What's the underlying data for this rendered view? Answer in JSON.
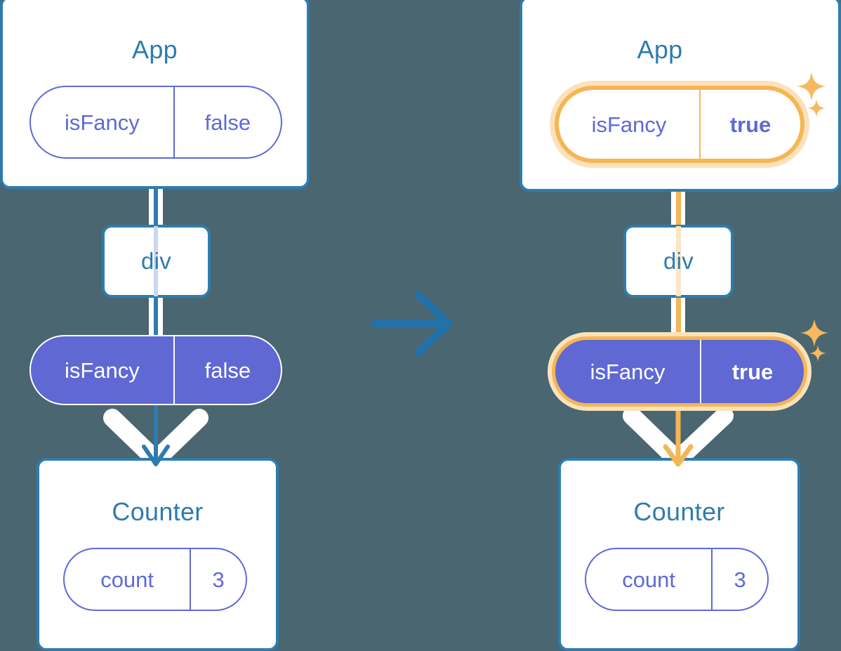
{
  "diagram": {
    "title_left": "App",
    "title_right": "App",
    "colors": {
      "background": "#4a6670",
      "box_border": "#2e7cae",
      "box_fill": "#ffffff",
      "pill_purple": "#6068d4",
      "pill_outline": "#5f6ad6",
      "highlight": "#f5b656",
      "highlight_glow": "#fbe2bb",
      "connector_blue": "#2e7cae",
      "connector_pale": "#ccd8ee",
      "connector_pale_amber": "#fbe6c5",
      "arrow_white": "#ffffff"
    },
    "transition_arrow": "arrow-right-icon"
  },
  "left": {
    "app": {
      "title": "App",
      "state": {
        "name": "isFancy",
        "value": "false"
      }
    },
    "div": {
      "label": "div"
    },
    "prop": {
      "name": "isFancy",
      "value": "false"
    },
    "counter": {
      "title": "Counter",
      "state": {
        "name": "count",
        "value": "3"
      }
    }
  },
  "right": {
    "app": {
      "title": "App",
      "state": {
        "name": "isFancy",
        "value": "true"
      }
    },
    "div": {
      "label": "div"
    },
    "prop": {
      "name": "isFancy",
      "value": "true"
    },
    "counter": {
      "title": "Counter",
      "state": {
        "name": "count",
        "value": "3"
      }
    },
    "sparkles": [
      "sparkle-icon",
      "sparkle-small-icon",
      "sparkle-icon",
      "sparkle-small-icon"
    ]
  }
}
